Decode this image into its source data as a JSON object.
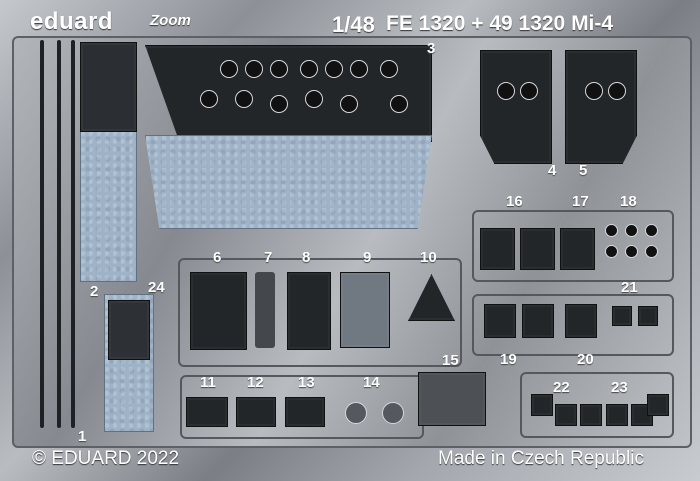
{
  "header": {
    "brand": "eduard",
    "zoom": "Zoom",
    "scale": "1/48",
    "code": "FE 1320 + 49 1320 Mi-4"
  },
  "footer": {
    "copyright": "© EDUARD 2022",
    "origin": "Made in Czech Republic"
  },
  "labels": [
    "1",
    "2",
    "3",
    "4",
    "5",
    "6",
    "7",
    "8",
    "9",
    "10",
    "11",
    "12",
    "13",
    "14",
    "15",
    "16",
    "17",
    "18",
    "19",
    "20",
    "21",
    "22",
    "23",
    "24"
  ]
}
